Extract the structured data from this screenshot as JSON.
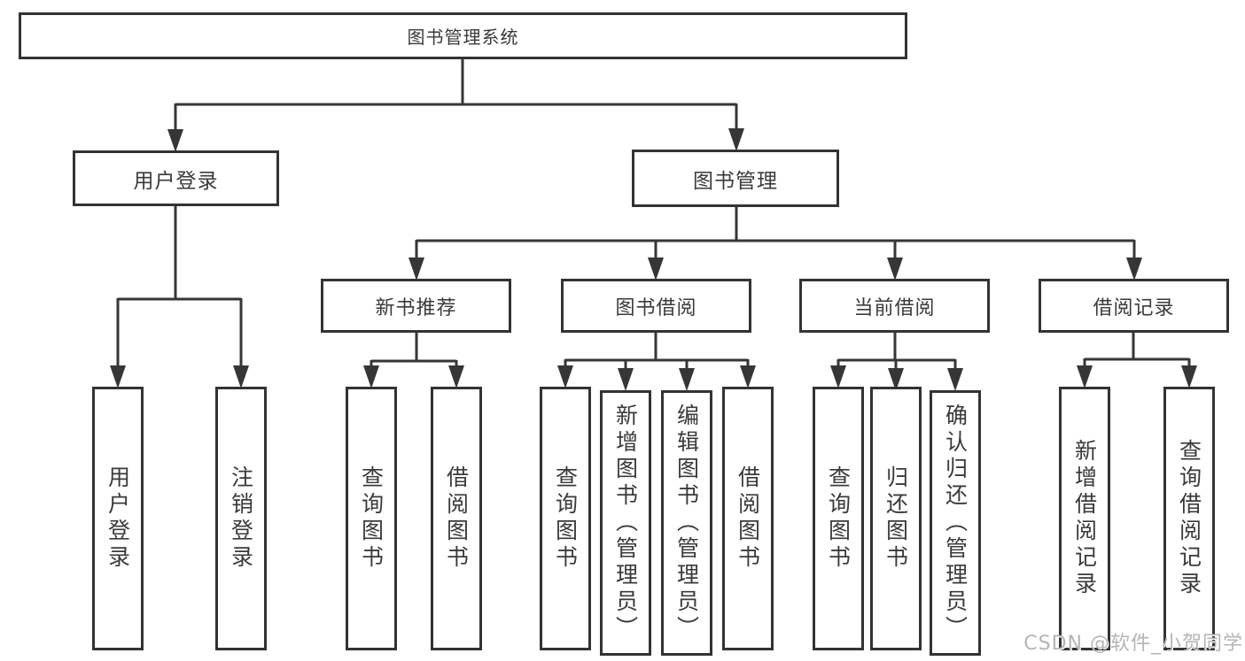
{
  "diagram": {
    "type": "hierarchy-tree",
    "line_color": "#363636",
    "text_color": "#3a3a3a",
    "background_color": "#ffffff",
    "watermark_color": "#b5b5b5"
  },
  "nodes": {
    "root": {
      "label": "图书管理系统"
    },
    "user_login": {
      "label": "用户登录"
    },
    "book_mgmt": {
      "label": "图书管理"
    },
    "new_book_rec": {
      "label": "新书推荐"
    },
    "book_borrow": {
      "label": "图书借阅"
    },
    "current_borrow": {
      "label": "当前借阅"
    },
    "borrow_records": {
      "label": "借阅记录"
    },
    "leaf_user_login": {
      "label": "用户登录"
    },
    "leaf_logout": {
      "label": "注销登录"
    },
    "leaf_query_book_1": {
      "label": "查询图书"
    },
    "leaf_borrow_book_1": {
      "label": "借阅图书"
    },
    "leaf_query_book_2": {
      "label": "查询图书"
    },
    "leaf_add_book": {
      "label": "新增图书（管理员）"
    },
    "leaf_edit_book": {
      "label": "编辑图书（管理员）"
    },
    "leaf_borrow_book_2": {
      "label": "借阅图书"
    },
    "leaf_query_book_3": {
      "label": "查询图书"
    },
    "leaf_return_book": {
      "label": "归还图书"
    },
    "leaf_confirm_return": {
      "label": "确认归还（管理员）"
    },
    "leaf_add_record": {
      "label": "新增借阅记录"
    },
    "leaf_query_record": {
      "label": "查询借阅记录"
    }
  },
  "hierarchy": {
    "图书管理系统": {
      "用户登录": [
        "用户登录",
        "注销登录"
      ],
      "图书管理": {
        "新书推荐": [
          "查询图书",
          "借阅图书"
        ],
        "图书借阅": [
          "查询图书",
          "新增图书（管理员）",
          "编辑图书（管理员）",
          "借阅图书"
        ],
        "当前借阅": [
          "查询图书",
          "归还图书",
          "确认归还（管理员）"
        ],
        "借阅记录": [
          "新增借阅记录",
          "查询借阅记录"
        ]
      }
    }
  },
  "watermark": {
    "text": "CSDN @软件_小贺同学"
  }
}
